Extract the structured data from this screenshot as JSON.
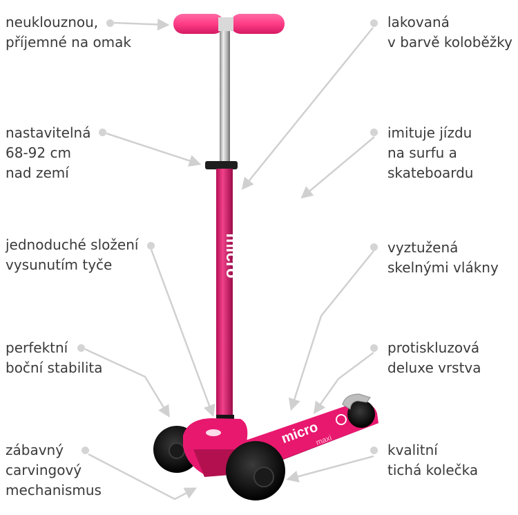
{
  "colors": {
    "scooter": "#e8186f",
    "grip": "#ff3d86",
    "wheel": "#111111",
    "metal": "#b8b8b8",
    "callout": "#d0d0d0",
    "text": "#3a3a3a"
  },
  "brand": {
    "stem_logo": "micro",
    "deck_logo": "micro",
    "deck_model": "maxi"
  },
  "callouts": {
    "grips": {
      "lines": [
        "neuklouznou,",
        "příjemné na omak"
      ]
    },
    "paint": {
      "lines": [
        "lakovaná",
        "v barvě koloběžky"
      ]
    },
    "height": {
      "lines": [
        "nastavitelná",
        "68-92 cm",
        "nad zemí"
      ]
    },
    "surf": {
      "lines": [
        "imituje jízdu",
        "na surfu a",
        "skateboardu"
      ]
    },
    "fold": {
      "lines": [
        "jednoduché složení",
        "vysunutím tyče"
      ]
    },
    "fiberglass": {
      "lines": [
        "vyztužená",
        "skelnými vlákny"
      ]
    },
    "stability": {
      "lines": [
        "perfektní",
        "boční stabilita"
      ]
    },
    "deluxe": {
      "lines": [
        "protiskluzová",
        "deluxe vrstva"
      ]
    },
    "carving": {
      "lines": [
        "zábavný",
        "carvingový",
        "mechanismus"
      ]
    },
    "wheels": {
      "lines": [
        "kvalitní",
        "tichá kolečka"
      ]
    }
  }
}
